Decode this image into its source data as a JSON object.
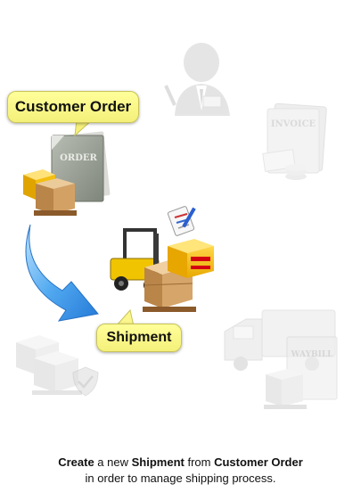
{
  "callouts": {
    "order": "Customer Order",
    "shipment": "Shipment"
  },
  "documents": {
    "order": "ORDER",
    "invoice": "INVOICE",
    "waybill": "WAYBILL"
  },
  "caption": {
    "create": "Create",
    "a_new": " a new ",
    "shipment": "Shipment",
    "from": " from ",
    "customer_order": "Customer Order",
    "line2": "in order to manage shipping process."
  },
  "colors": {
    "callout_fill": "#ffff9a",
    "arrow": "#2f8fe8",
    "faded": "#e6e6e6"
  },
  "icons": [
    "person-icon",
    "invoice-icon",
    "order-document-icon",
    "truck-icon",
    "forklift-icon",
    "boxes-icon",
    "shield-check-icon",
    "clipboard-icon"
  ]
}
